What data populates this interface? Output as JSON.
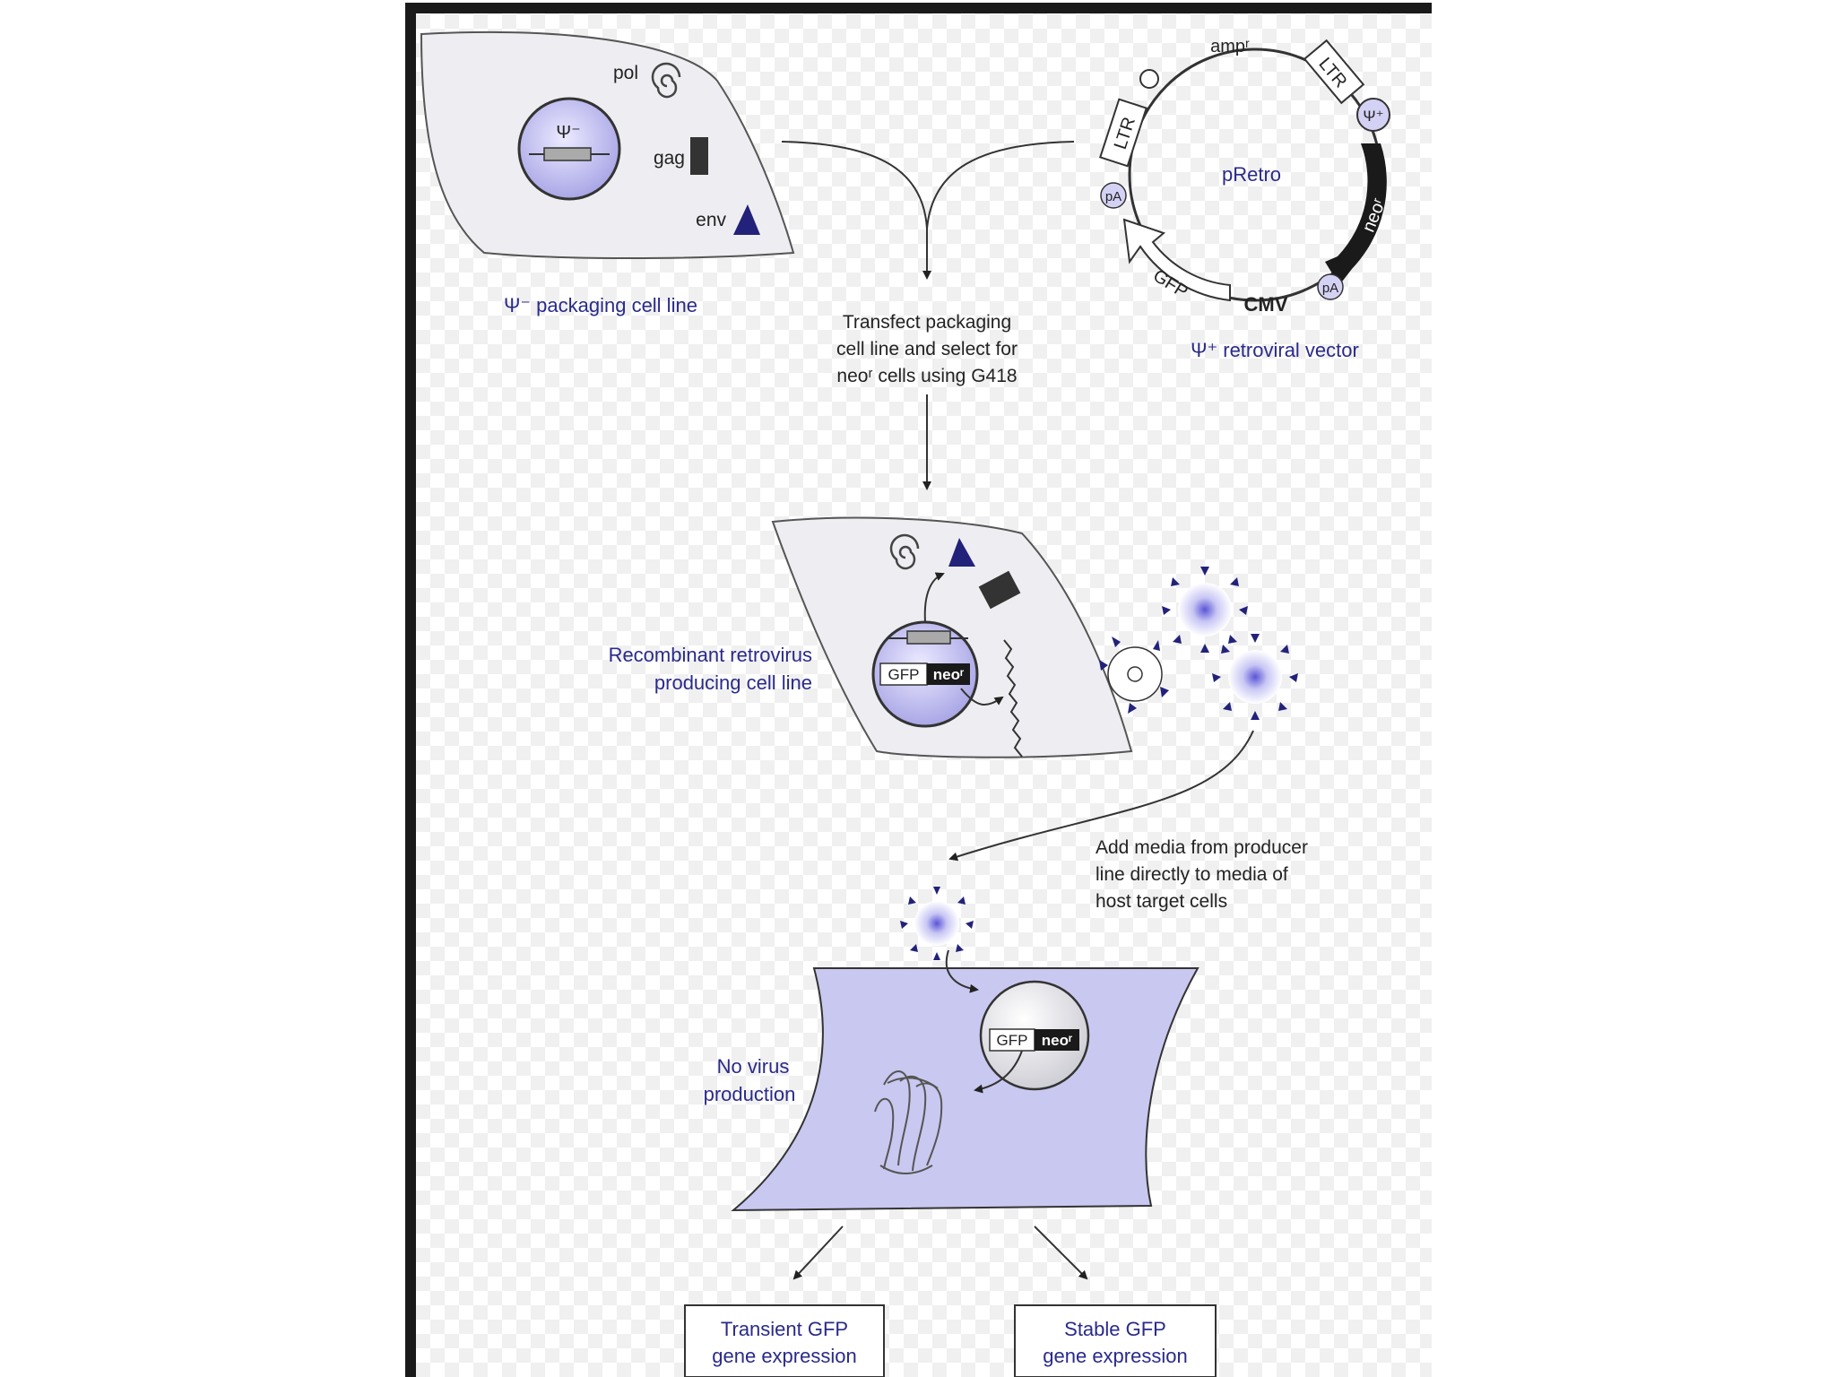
{
  "colors": {
    "accent": "#2a2a8a",
    "nucleus": "#c8c6f0",
    "cell_fill": "#eeeef2",
    "target_cell_fill": "#c9c8f0",
    "dark": "#2a2a2a"
  },
  "packaging": {
    "pol": "pol",
    "gag": "gag",
    "env": "env",
    "psi_minus": "Ψ⁻",
    "label": "Ψ⁻ packaging cell line"
  },
  "vector": {
    "name": "pRetro",
    "amp": "ampʳ",
    "ltr_left": "LTR",
    "ltr_right": "LTR",
    "psi_plus": "Ψ⁺",
    "neo": "neoʳ",
    "pa_left": "pA",
    "pa_right": "pA",
    "cmv": "CMV",
    "gfp": "GFP",
    "label": "Ψ⁺ retroviral vector"
  },
  "step1": {
    "line1": "Transfect packaging",
    "line2": "cell line and select for",
    "line3": "neoʳ cells using G418"
  },
  "producer": {
    "gfp": "GFP",
    "neo": "neoʳ",
    "label_line1": "Recombinant retrovirus",
    "label_line2": "producing cell line"
  },
  "step2": {
    "line1": "Add media from producer",
    "line2": "line directly to media of",
    "line3": "host target cells"
  },
  "target": {
    "gfp": "GFP",
    "neo": "neoʳ",
    "label_line1": "No virus",
    "label_line2": "production"
  },
  "outcomes": {
    "transient_line1": "Transient GFP",
    "transient_line2": "gene expression",
    "stable_line1": "Stable GFP",
    "stable_line2": "gene expression"
  }
}
